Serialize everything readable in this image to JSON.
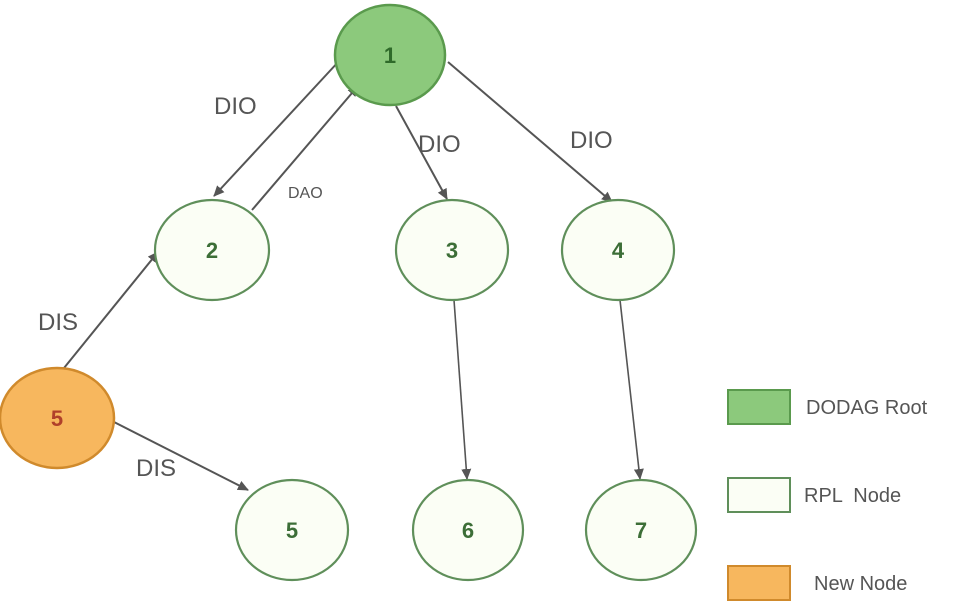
{
  "colors": {
    "root_fill": "#8cc97c",
    "root_stroke": "#5a9a4d",
    "rpl_fill": "#fbfef5",
    "rpl_stroke": "#5f8f5a",
    "new_fill": "#f7b75e",
    "new_stroke": "#d08a2c",
    "root_text": "#2f6a2a",
    "rpl_text": "#3c6e37",
    "new_text": "#b0402a",
    "arrow": "#555555"
  },
  "nodes": {
    "root": {
      "label": "1",
      "kind": "root"
    },
    "n2": {
      "label": "2",
      "kind": "rpl"
    },
    "n3": {
      "label": "3",
      "kind": "rpl"
    },
    "n4": {
      "label": "4",
      "kind": "rpl"
    },
    "new5": {
      "label": "5",
      "kind": "new"
    },
    "n5": {
      "label": "5",
      "kind": "rpl"
    },
    "n6": {
      "label": "6",
      "kind": "rpl"
    },
    "n7": {
      "label": "7",
      "kind": "rpl"
    }
  },
  "edges": {
    "root_to_2": {
      "from": "root",
      "to": "n2",
      "label": "DIO"
    },
    "2_to_root": {
      "from": "n2",
      "to": "root",
      "label": "DAO"
    },
    "root_to_3": {
      "from": "root",
      "to": "n3",
      "label": "DIO"
    },
    "root_to_4": {
      "from": "root",
      "to": "n4",
      "label": "DIO"
    },
    "new5_to_2": {
      "from": "new5",
      "to": "n2",
      "label": "DIS"
    },
    "new5_to_5": {
      "from": "new5",
      "to": "n5",
      "label": "DIS"
    },
    "3_to_6": {
      "from": "n3",
      "to": "n6",
      "label": ""
    },
    "4_to_7": {
      "from": "n4",
      "to": "n7",
      "label": ""
    }
  },
  "legend": {
    "root_label": "DODAG Root",
    "rpl_label": "RPL  Node",
    "new_label": "New Node"
  }
}
